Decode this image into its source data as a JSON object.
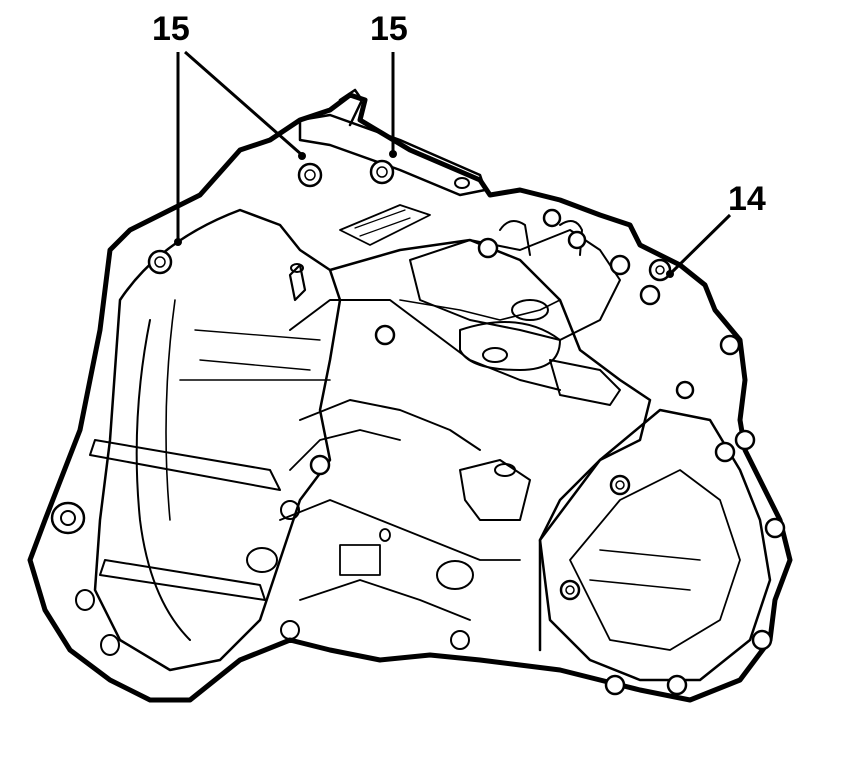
{
  "callouts": [
    {
      "label": "15"
    },
    {
      "label": "15"
    },
    {
      "label": "14"
    }
  ],
  "colors": {
    "line": "#000000",
    "background": "#ffffff"
  }
}
